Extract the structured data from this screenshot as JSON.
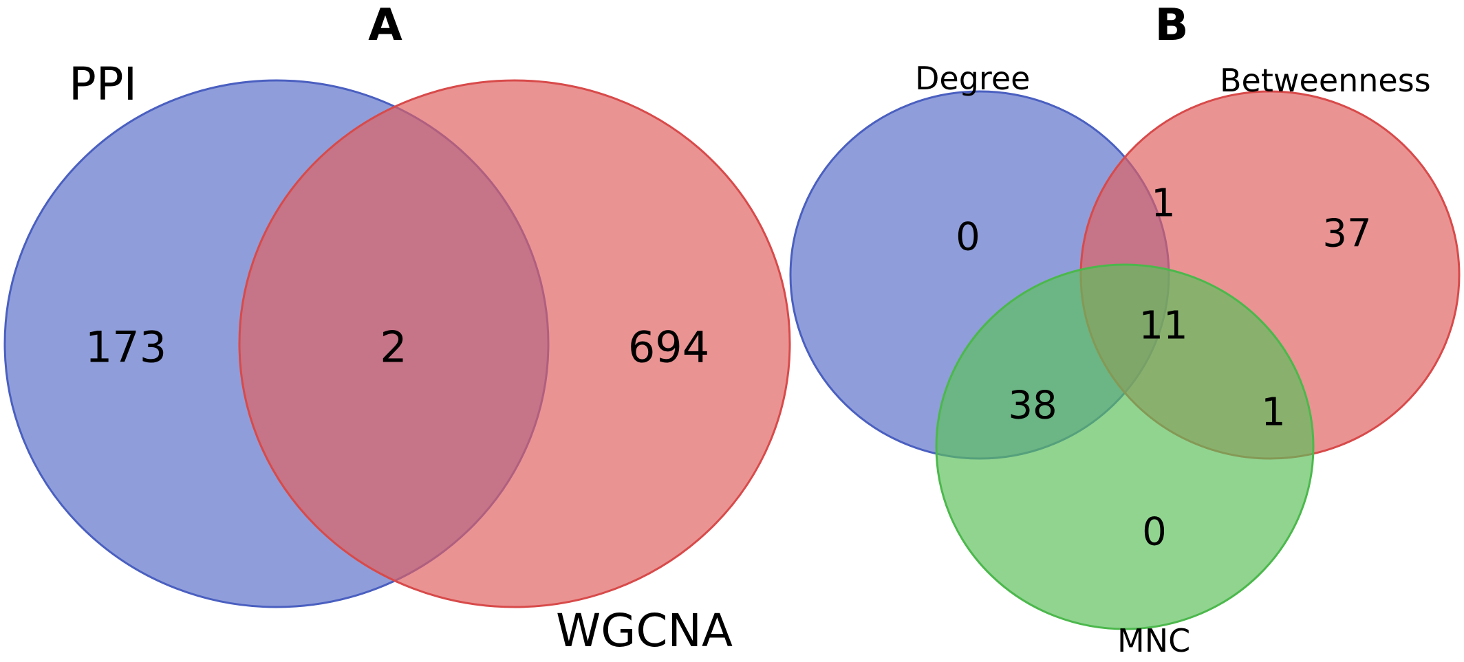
{
  "panel_a": {
    "label": "A",
    "sets": [
      {
        "name": "PPI",
        "color": "#6a7fcf"
      },
      {
        "name": "WGCNA",
        "color": "#e06666"
      }
    ],
    "regions": {
      "ppi_only": "173",
      "shared": "2",
      "wgcna_only": "694"
    }
  },
  "panel_b": {
    "label": "B",
    "sets": [
      {
        "name": "Degree",
        "color": "#6a7fcf"
      },
      {
        "name": "Betweenness",
        "color": "#e06666"
      },
      {
        "name": "MNC",
        "color": "#5cc15c"
      }
    ],
    "regions": {
      "degree_only": "0",
      "betweenness_only": "37",
      "mnc_only": "0",
      "degree_betweenness": "1",
      "degree_mnc": "38",
      "betweenness_mnc": "1",
      "all_three": "11"
    }
  }
}
